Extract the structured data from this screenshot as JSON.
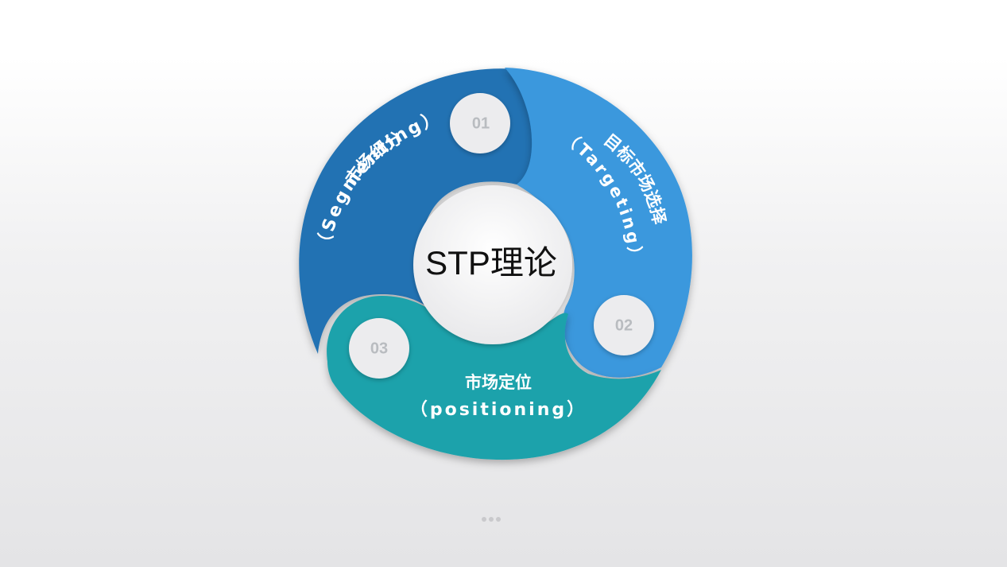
{
  "center": {
    "title": "STP理论"
  },
  "segments": [
    {
      "number": "01",
      "title": "市场细分",
      "subtitle": "（Segmenting）",
      "color": "#2272b3"
    },
    {
      "number": "02",
      "title": "目标市场选择",
      "subtitle": "（Targeting）",
      "color": "#3a98dd"
    },
    {
      "number": "03",
      "title": "市场定位",
      "subtitle": "（positioning）",
      "color": "#1ba2ab"
    }
  ],
  "pager": {
    "dots": 3
  }
}
